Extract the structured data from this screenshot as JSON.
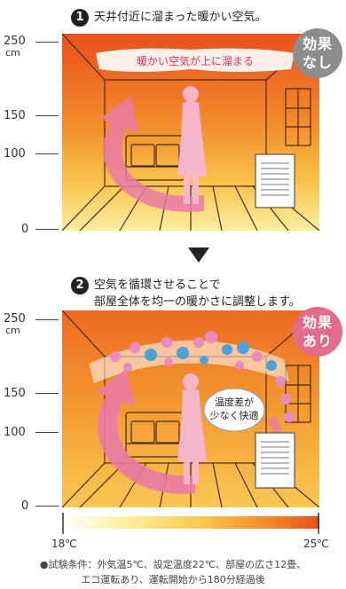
{
  "panel1": {
    "step_number": "1",
    "caption": "天井付近に溜まった暖かい空気。",
    "banner": "暖かい空気が上に溜まる",
    "badge_line1": "効果",
    "badge_line2": "なし",
    "badge_color": "#8d8d8d"
  },
  "panel2": {
    "step_number": "2",
    "caption_line1": "空気を循環させることで",
    "caption_line2": "部屋全体を均一の暖かさに調整します。",
    "bubble_line1": "温度差が",
    "bubble_line2": "少なく快適",
    "badge_line1": "効果",
    "badge_line2": "あり",
    "badge_color": "#e36b8c"
  },
  "axis": {
    "label_250": "250",
    "unit": "cm",
    "label_150": "150",
    "label_100": "100",
    "label_0": "0"
  },
  "scale": {
    "min_label": "18℃",
    "max_label": "25℃"
  },
  "footnote": {
    "line1": "●試験条件：外気温5℃、設定温度22℃、部屋の広さ12畳、",
    "line2": "エコ運転あり、運転開始から180分経過後"
  },
  "colors": {
    "hot": "#e8501c",
    "warm": "#f5a623",
    "cool": "#fdf2b0",
    "arrow": "#e97aa6",
    "ion_positive": "#e88bc0",
    "ion_negative": "#4f9fd8"
  }
}
